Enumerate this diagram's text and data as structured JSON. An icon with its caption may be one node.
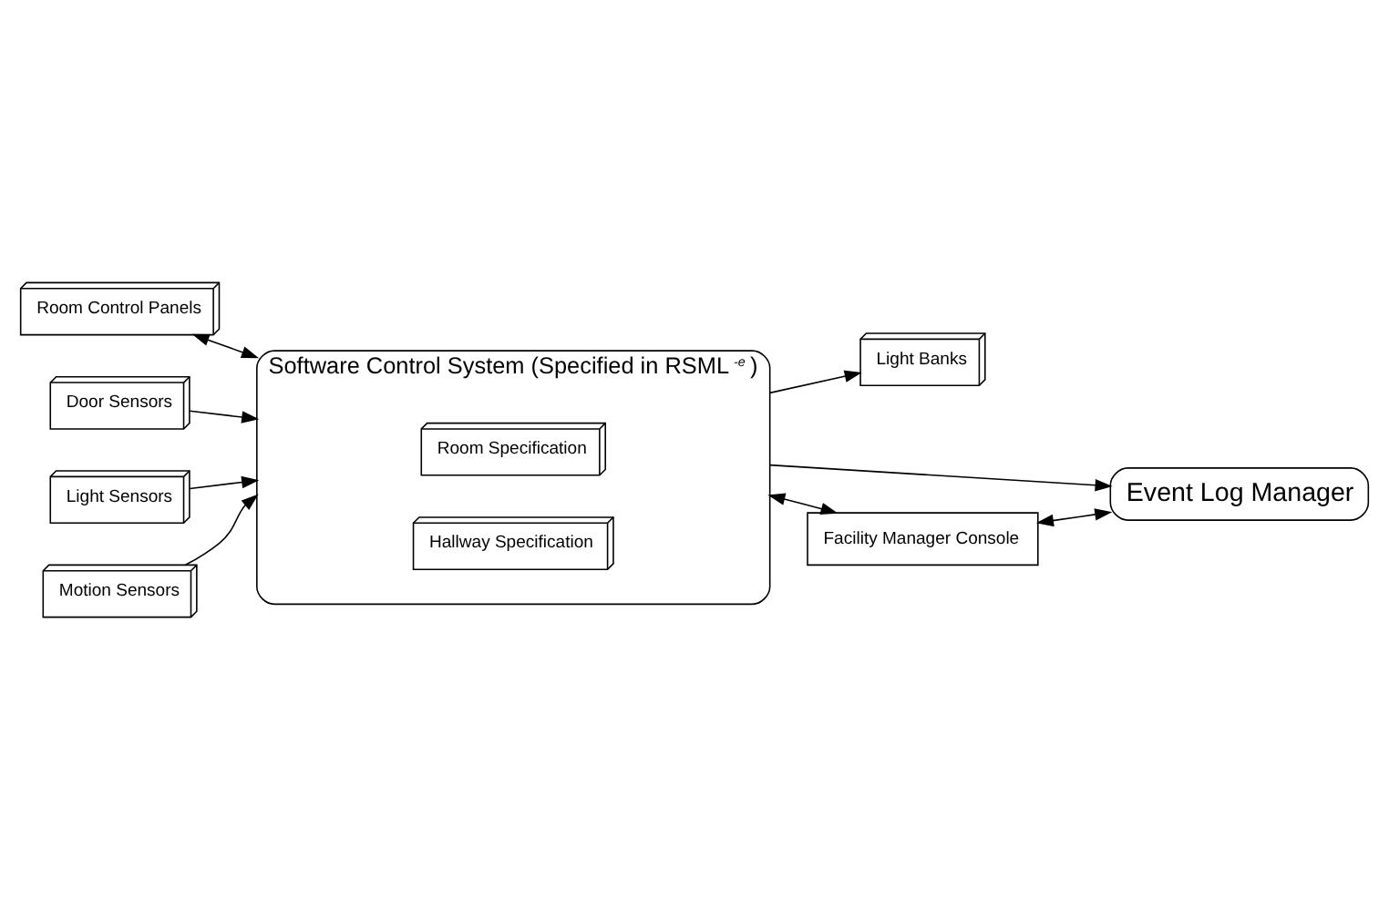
{
  "diagram": {
    "nodes": [
      {
        "text": [
          "Room Control Panels"
        ]
      },
      {
        "text": [
          "Door Sensors"
        ]
      },
      {
        "text": [
          "Light Sensors"
        ]
      },
      {
        "text": [
          "Motion Sensors"
        ]
      },
      {
        "text": [
          "Software Control System (Specified in RSML$^{-e}$ )"
        ]
      },
      {
        "text": [
          "Room Specification"
        ],
        "in": 4
      },
      {
        "text": [
          "Hallway Specification"
        ],
        "in": 4
      },
      {
        "text": [
          "Light Banks"
        ]
      },
      {
        "text": [
          "Event Log Manager"
        ]
      },
      {
        "text": [
          "Facility Manager Console"
        ]
      }
    ],
    "edges": [
      {
        "from": 0,
        "to": 4,
        "arrow": "both"
      },
      {
        "from": 1,
        "to": 4,
        "arrow": "to"
      },
      {
        "from": 2,
        "to": 4,
        "arrow": "to"
      },
      {
        "from": 3,
        "to": 4,
        "arrow": "to"
      },
      {
        "from": 4,
        "to": 7,
        "arrow": "to"
      },
      {
        "from": 4,
        "to": 8,
        "arrow": "to"
      },
      {
        "from": 4,
        "to": 9,
        "arrow": "both"
      },
      {
        "from": 9,
        "to": 8,
        "arrow": "both"
      }
    ]
  }
}
